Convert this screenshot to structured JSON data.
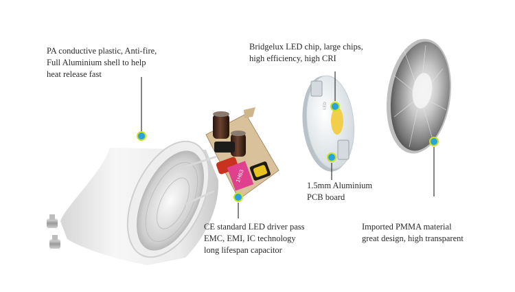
{
  "callouts": {
    "housing": {
      "lines": [
        "PA conductive plastic, Anti-fire,",
        "Full Aluminium shell to help",
        "heat release fast"
      ]
    },
    "chip": {
      "lines": [
        "Bridgelux LED chip, large chips,",
        "high efficiency, high CRI"
      ]
    },
    "pcb": {
      "lines": [
        "1.5mm Aluminium",
        "PCB board"
      ]
    },
    "driver": {
      "lines": [
        "CE standard LED driver pass",
        "EMC, EMI, IC technology",
        "long lifespan capacitor"
      ]
    },
    "lens": {
      "lines": [
        "Imported PMMA material",
        "great design, high transparent"
      ]
    }
  },
  "colors": {
    "marker_fill": "#29a3dd",
    "marker_ring": "#c9e21b",
    "leader_line": "#333333",
    "driver_label_pink": "#e0418e",
    "capacitor_brown": "#4b2a1a"
  }
}
